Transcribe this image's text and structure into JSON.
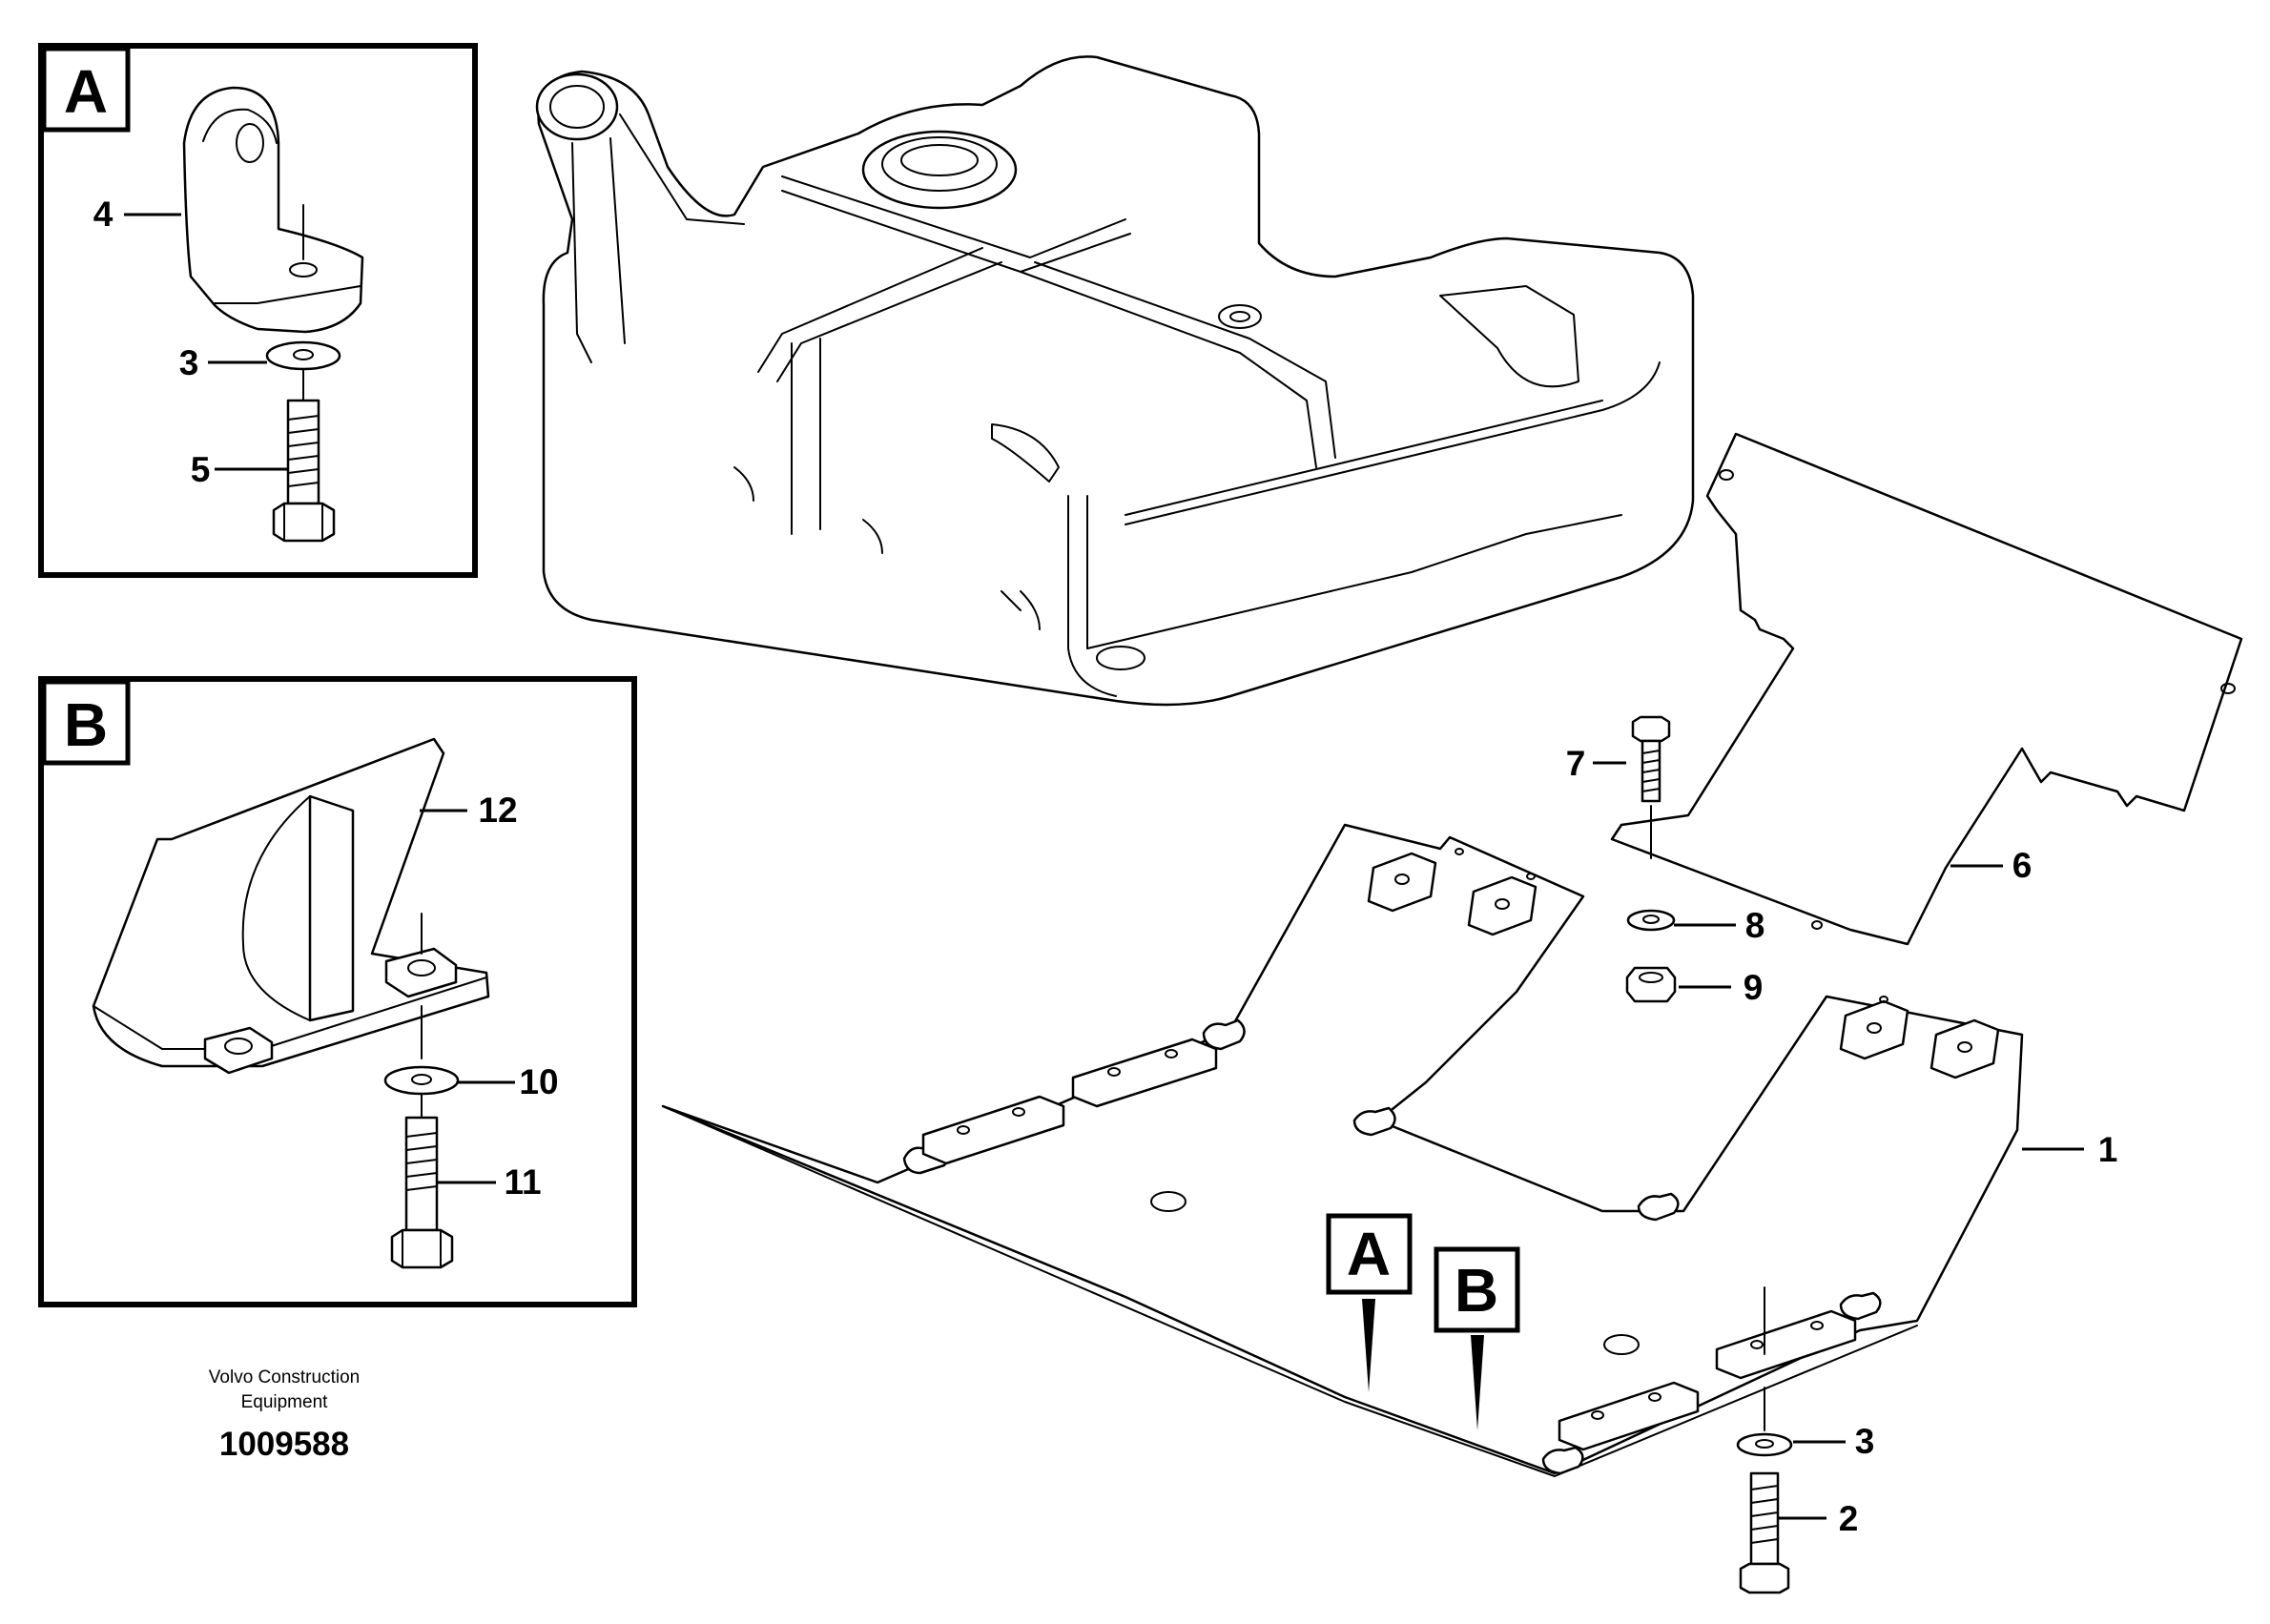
{
  "detail_views": {
    "a": {
      "tag": "A",
      "callouts": [
        "4",
        "3",
        "5"
      ]
    },
    "b": {
      "tag": "B",
      "callouts": [
        "12",
        "10",
        "11"
      ]
    }
  },
  "main_view": {
    "callouts": [
      "7",
      "6",
      "8",
      "9",
      "1",
      "3",
      "2"
    ],
    "reference_tags": [
      "A",
      "B"
    ]
  },
  "footer": {
    "company_line1": "Volvo Construction",
    "company_line2": "Equipment",
    "drawing_number": "1009588"
  }
}
